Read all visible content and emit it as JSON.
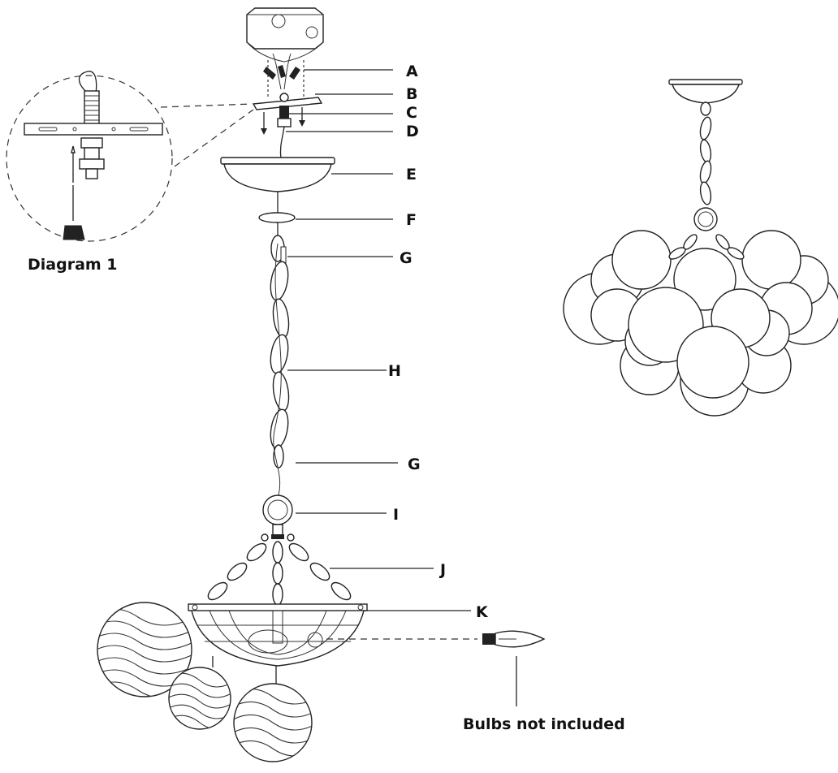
{
  "diagram_caption": "Diagram 1",
  "bulb_note": "Bulbs not included",
  "part_labels": {
    "A": "A",
    "B": "B",
    "C": "C",
    "D": "D",
    "E": "E",
    "F": "F",
    "G_top": "G",
    "H": "H",
    "G_bottom": "G",
    "I": "I",
    "J": "J",
    "K": "K"
  }
}
